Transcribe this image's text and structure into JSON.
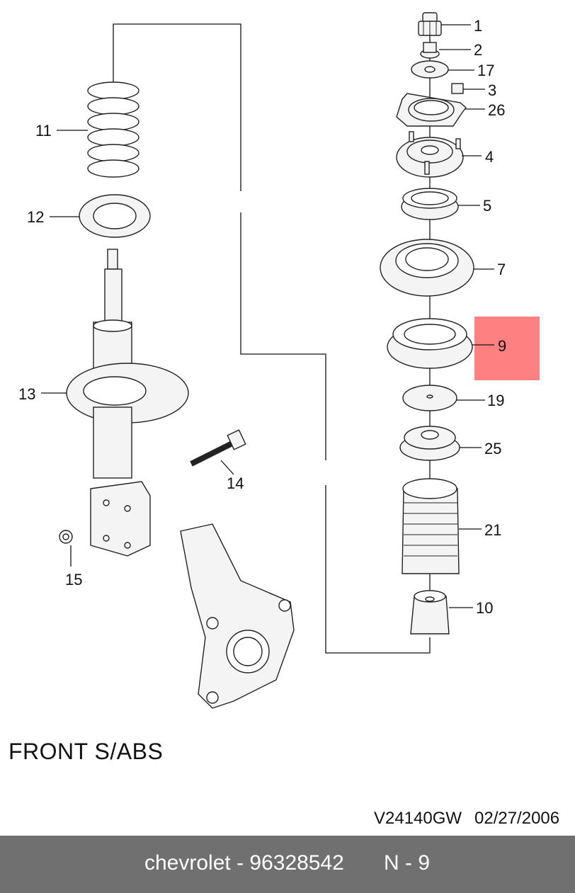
{
  "callouts": [
    {
      "num": "1"
    },
    {
      "num": "2"
    },
    {
      "num": "17"
    },
    {
      "num": "3"
    },
    {
      "num": "26"
    },
    {
      "num": "4"
    },
    {
      "num": "5"
    },
    {
      "num": "7"
    },
    {
      "num": "9"
    },
    {
      "num": "19"
    },
    {
      "num": "25"
    },
    {
      "num": "21"
    },
    {
      "num": "10"
    },
    {
      "num": "11"
    },
    {
      "num": "12"
    },
    {
      "num": "13"
    },
    {
      "num": "14"
    },
    {
      "num": "15"
    }
  ],
  "highlight": {
    "part": "9",
    "color": "#ff8080"
  },
  "title": "FRONT S/ABS",
  "code": "V24140GW",
  "date": "02/27/2006",
  "footer": {
    "text": "chevrolet - 96328542",
    "ref": "N - 9",
    "background": "#707070"
  }
}
